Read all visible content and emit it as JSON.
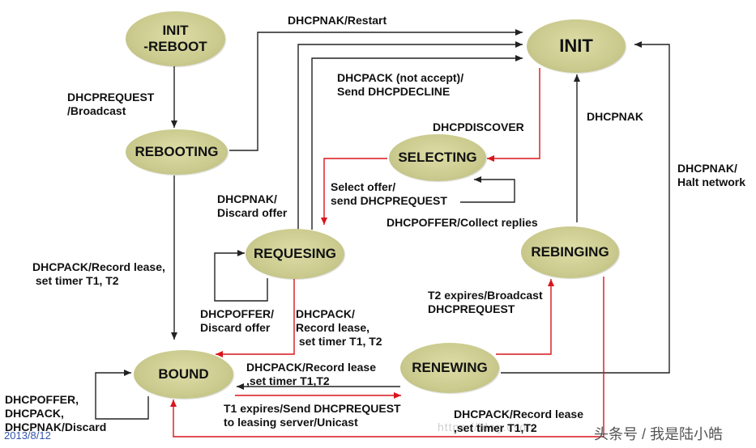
{
  "states": {
    "init_reboot": {
      "line1": "INIT",
      "line2": "-REBOOT"
    },
    "init": "INIT",
    "rebooting": "REBOOTING",
    "selecting": "SELECTING",
    "requesing": "REQUESING",
    "rebinging": "REBINGING",
    "bound": "BOUND",
    "renewing": "RENEWING"
  },
  "labels": {
    "dhcpnak_restart": "DHCPNAK/Restart",
    "dhcprequest_broadcast": [
      "DHCPREQUEST",
      "/Broadcast"
    ],
    "dhcpack_not_accept": [
      "DHCPACK (not accept)/",
      "Send DHCPDECLINE"
    ],
    "dhcpdiscover": "DHCPDISCOVER",
    "dhcpnak_right": "DHCPNAK",
    "dhcpnak_halt": [
      "DHCPNAK/",
      "Halt network"
    ],
    "dhcpnak_discard": [
      "DHCPNAK/",
      "Discard offer"
    ],
    "select_offer": [
      "Select offer/",
      "send DHCPREQUEST"
    ],
    "dhcpoffer_collect": "DHCPOFFER/Collect replies",
    "dhcpack_record_left": [
      "DHCPACK/Record lease,",
      " set timer T1, T2"
    ],
    "t2_expires": [
      "T2 expires/Broadcast",
      "DHCPREQUEST"
    ],
    "dhcpoffer_discard": [
      "DHCPOFFER/",
      "Discard offer"
    ],
    "dhcpack_record_req": [
      "DHCPACK/",
      "Record lease,",
      " set timer T1, T2"
    ],
    "dhcpack_renew_bound": [
      "DHCPACK/Record lease",
      ",set timer T1,T2"
    ],
    "t1_expires": [
      "T1 expires/Send DHCPREQUEST",
      "to leasing server/Unicast"
    ],
    "bound_self": [
      "DHCPOFFER,",
      "DHCPACK,",
      "DHCPNAK/Discard"
    ],
    "dhcpack_rebind_bound": [
      "DHCPACK/Record lease",
      ",set timer T1,T2"
    ]
  },
  "date": "2013/8/12",
  "watermark": "https://blog.csdn",
  "watermark_cn": "头条号 / 我是陆小皓",
  "colors": {
    "state_fill": "#cbcb8f",
    "arrow_dark": "#222222",
    "arrow_red": "#d9151b"
  }
}
